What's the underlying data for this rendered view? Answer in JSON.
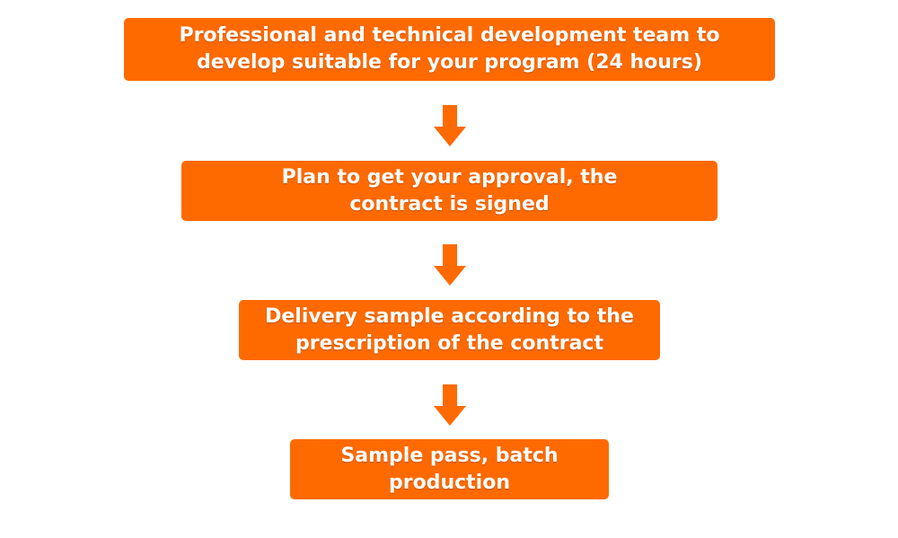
{
  "colors": {
    "box_fill": "#ff6a00",
    "box_text": "#ffffff",
    "arrow_fill": "#ff6a00"
  },
  "flow": {
    "steps": [
      {
        "line1": "Professional and technical development team to",
        "line2": "develop suitable for your program (24 hours)"
      },
      {
        "line1": "Plan to get your approval, the",
        "line2": "contract is signed"
      },
      {
        "line1": "Delivery sample according to the",
        "line2": "prescription of the contract"
      },
      {
        "line1": "Sample pass, batch",
        "line2": "production"
      }
    ],
    "arrow_icon": "arrow-down-icon"
  }
}
